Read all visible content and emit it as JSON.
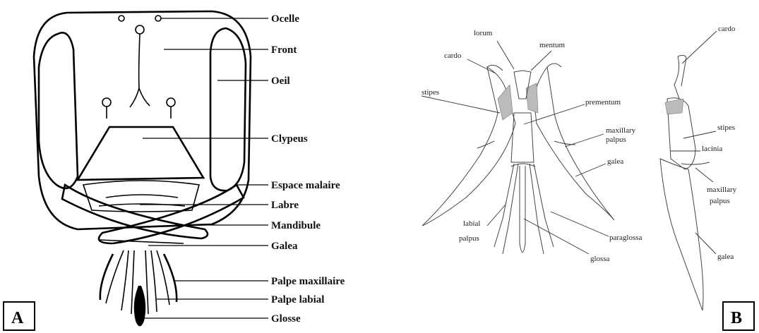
{
  "panels": {
    "a": "A",
    "b": "B"
  },
  "labels_a": {
    "ocelle": "Ocelle",
    "front": "Front",
    "oeil": "Oeil",
    "clypeus": "Clypeus",
    "espace_malaire": "Espace malaire",
    "labre": "Labre",
    "mandibule": "Mandibule",
    "galea": "Galea",
    "palpe_maxillaire": "Palpe maxillaire",
    "palpe_labial": "Palpe labial",
    "glosse": "Glosse"
  },
  "labels_b": {
    "lorum": "lorum",
    "mentum": "mentum",
    "cardo_left": "cardo",
    "stipes_left": "stipes",
    "prementum": "prementum",
    "maxillary_palpus_left_1": "maxillary",
    "maxillary_palpus_left_2": "palpus",
    "galea_left": "galea",
    "labial_palpus_1": "labial",
    "labial_palpus_2": "palpus",
    "paraglossa": "paraglossa",
    "glossa": "glossa",
    "cardo_right": "cardo",
    "stipes_right": "stipes",
    "lacinia": "lacinia",
    "maxillary_palpus_right_1": "maxillary",
    "maxillary_palpus_right_2": "palpus",
    "galea_right": "galea"
  }
}
